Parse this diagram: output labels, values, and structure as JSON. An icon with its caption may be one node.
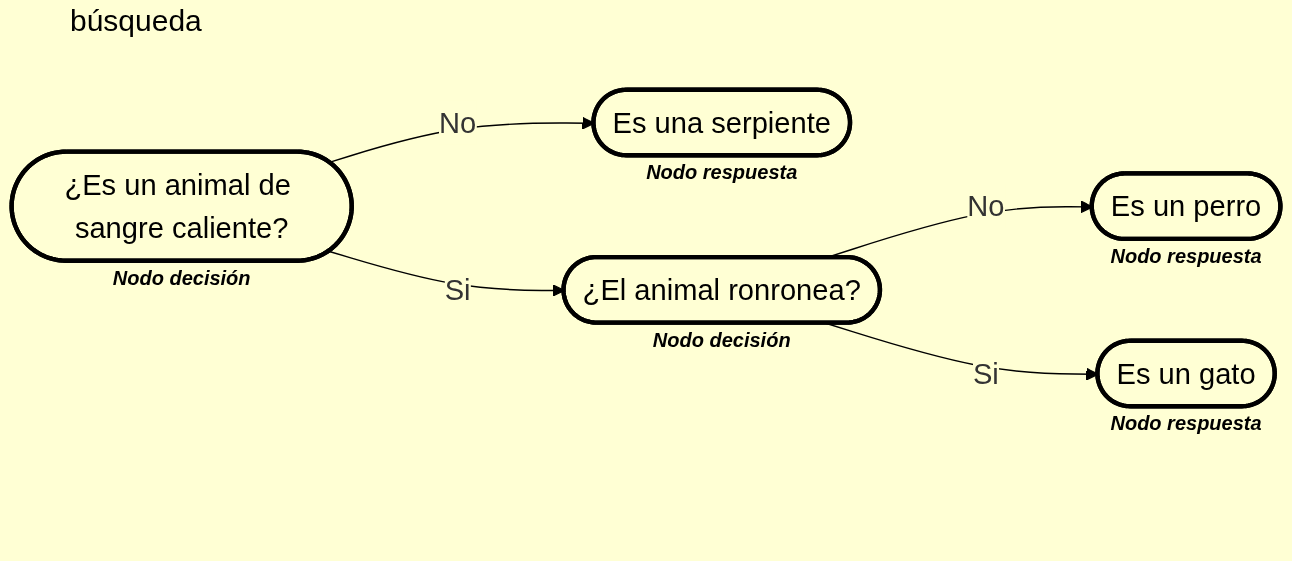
{
  "diagram": {
    "title": "búsqueda",
    "nodes": [
      {
        "text": [
          "¿Es un animal de sangre caliente?"
        ],
        "beside": [
          "Nodo decisión"
        ]
      },
      {
        "text": [
          "Es una serpiente"
        ],
        "beside": [
          "Nodo respuesta"
        ]
      },
      {
        "text": [
          "¿El animal ronronea?"
        ],
        "beside": [
          "Nodo decisión"
        ]
      },
      {
        "text": [
          "Es un perro"
        ],
        "beside": [
          "Nodo respuesta"
        ]
      },
      {
        "text": [
          "Es un gato"
        ],
        "beside": [
          "Nodo respuesta"
        ]
      }
    ],
    "edges": [
      {
        "from": 0,
        "to": 1,
        "arrow": "to",
        "label": "No"
      },
      {
        "from": 0,
        "to": 2,
        "arrow": "to",
        "label": "Si"
      },
      {
        "from": 2,
        "to": 3,
        "arrow": "to",
        "label": "No"
      },
      {
        "from": 2,
        "to": 4,
        "arrow": "to",
        "label": "Si"
      }
    ]
  }
}
